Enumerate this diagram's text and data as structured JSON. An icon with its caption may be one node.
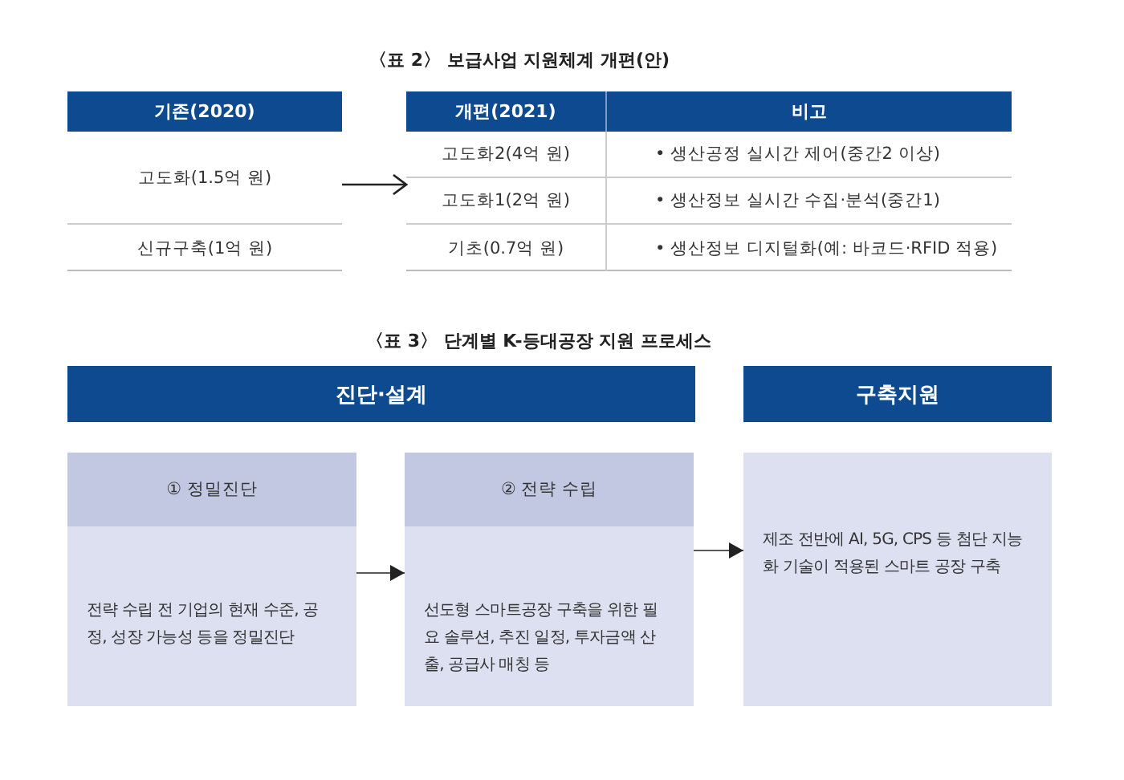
{
  "diagram": {
    "nodes": [
      {
        "text": [
          "기존(2020)",
          "고도화(1.5억 원)",
          "신규구축(1억 원)"
        ]
      },
      {
        "text": [
          "개편(2021)",
          "비고",
          "고도화2(4억 원)",
          "• 생산공정 실시간 제어(중간2 이상)",
          "고도화1(2억 원)",
          "• 생산정보 실시간 수집·분석(중간1)",
          "기초(0.7억 원)",
          "• 생산정보 디지털화(예: 바코드·RFID 적용)"
        ]
      },
      {
        "text": [
          "진단·설계"
        ]
      },
      {
        "text": [
          "구축지원"
        ]
      },
      {
        "text": [
          "① 정밀진단",
          "전략 수립 전 기업의 현재 수준, 공정, 성장 가능성 등을 정밀진단"
        ]
      },
      {
        "text": [
          "② 전략 수립",
          "선도형 스마트공장 구축을 위한 필요 솔루션, 추진 일정, 투자금액 산출, 공급사 매칭 등"
        ]
      },
      {
        "text": [
          "제조 전반에 AI, 5G, CPS 등 첨단 지능화 기술이 적용된 스마트 공장 구축"
        ]
      }
    ],
    "edges": [
      {
        "from": 0,
        "to": 1,
        "arrow": "to"
      },
      {
        "from": 4,
        "to": 5,
        "arrow": "to"
      },
      {
        "from": 5,
        "to": 6,
        "arrow": "to"
      }
    ],
    "labels": [
      "〈표 2〉 보급사업 지원체계 개편(안)",
      "〈표 3〉 단계별 K-등대공장 지원 프로세스"
    ]
  }
}
